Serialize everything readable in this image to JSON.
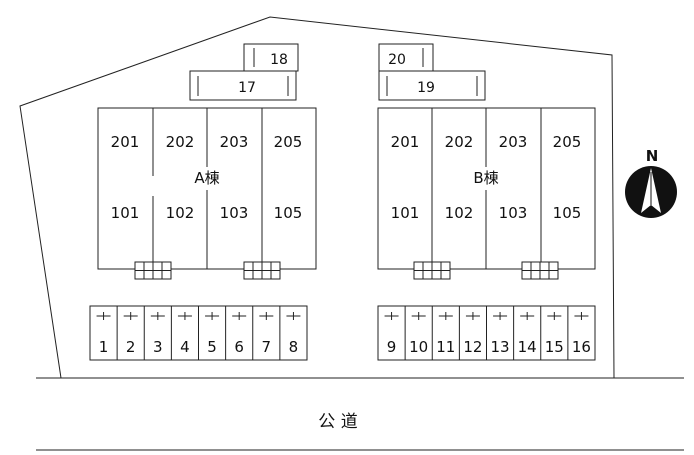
{
  "building_a": {
    "label": "A棟",
    "upper_units": [
      "201",
      "202",
      "203",
      "205"
    ],
    "lower_units": [
      "101",
      "102",
      "103",
      "105"
    ]
  },
  "building_b": {
    "label": "B棟",
    "upper_units": [
      "201",
      "202",
      "203",
      "205"
    ],
    "lower_units": [
      "101",
      "102",
      "103",
      "105"
    ]
  },
  "small_lots": {
    "lot_17": "17",
    "lot_18": "18",
    "lot_19": "19",
    "lot_20": "20"
  },
  "parking_left": [
    "1",
    "2",
    "3",
    "4",
    "5",
    "6",
    "7",
    "8"
  ],
  "parking_right": [
    "9",
    "10",
    "11",
    "12",
    "13",
    "14",
    "15",
    "16"
  ],
  "compass": {
    "label": "N",
    "icon": "north-arrow-icon"
  },
  "road": {
    "label": "公 道"
  }
}
